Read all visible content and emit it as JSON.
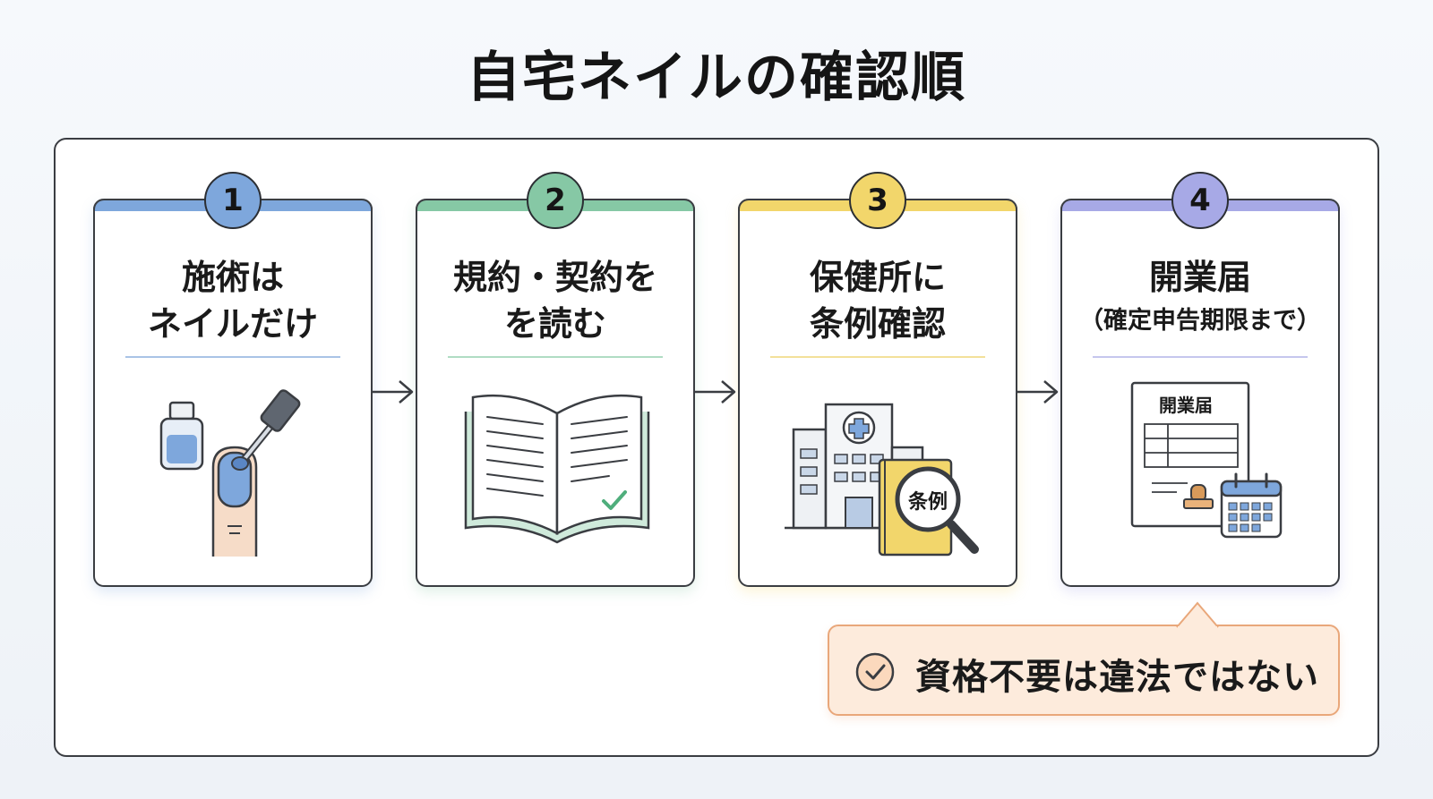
{
  "title": "自宅ネイルの確認順",
  "steps": [
    {
      "number": "1",
      "heading": [
        "施術は",
        "ネイルだけ"
      ],
      "color": "#7ea7dc"
    },
    {
      "number": "2",
      "heading": [
        "規約・契約を",
        "を読む"
      ],
      "color": "#86c8a5"
    },
    {
      "number": "3",
      "heading": [
        "保健所に",
        "条例確認"
      ],
      "color": "#f2d66b"
    },
    {
      "number": "4",
      "heading": [
        "開業届",
        "（確定申告期限まで）"
      ],
      "color": "#a7a9e6",
      "document_label": "開業届"
    }
  ],
  "magnifier_label": "条例",
  "callout": {
    "text": "資格不要は違法ではない",
    "color": "#fdebdc",
    "border": "#e9a77a"
  }
}
